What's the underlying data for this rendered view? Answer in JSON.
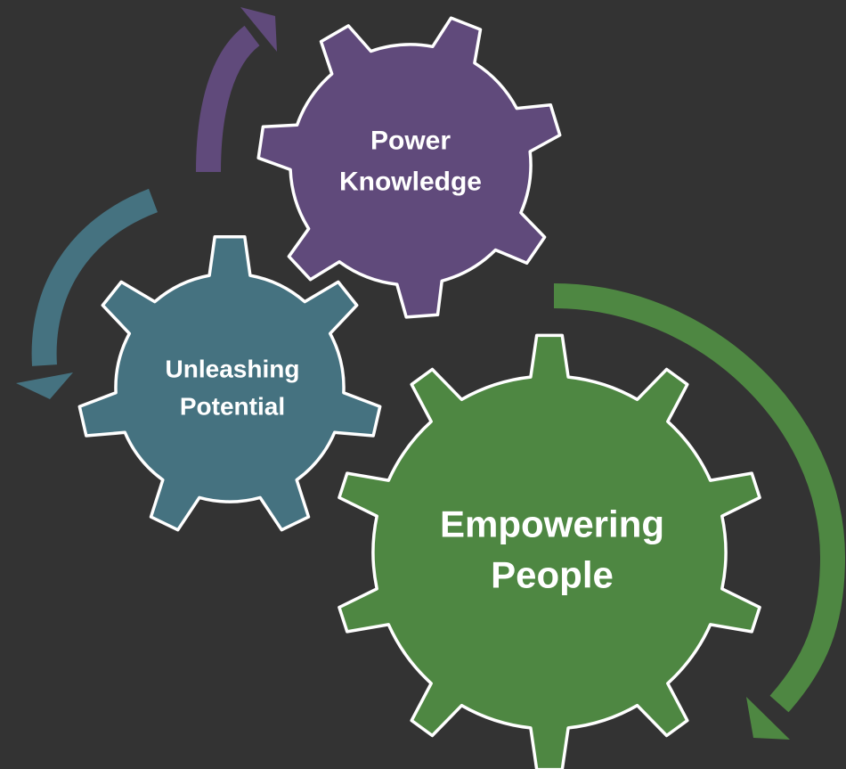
{
  "background": "#333333",
  "gears": [
    {
      "id": "power-knowledge",
      "lines": [
        "Power",
        "Knowledge"
      ],
      "color": "#604a7b"
    },
    {
      "id": "unleashing-potential",
      "lines": [
        "Unleashing",
        "Potential"
      ],
      "color": "#457280"
    },
    {
      "id": "empowering-people",
      "lines": [
        "Empowering",
        "People"
      ],
      "color": "#4e8742"
    }
  ],
  "arrows": [
    {
      "id": "purple",
      "color": "#604a7b",
      "direction": "up-right"
    },
    {
      "id": "teal",
      "color": "#457280",
      "direction": "down-left"
    },
    {
      "id": "green",
      "color": "#4e8742",
      "direction": "clockwise-down"
    }
  ]
}
